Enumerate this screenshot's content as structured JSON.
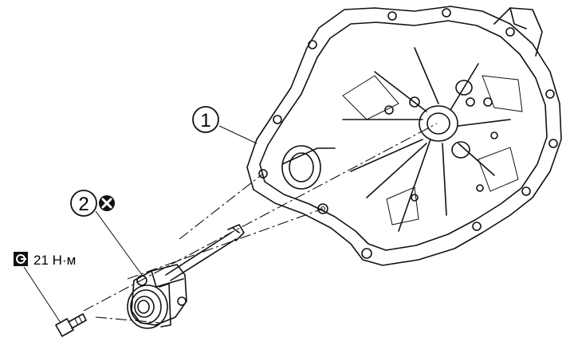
{
  "callouts": {
    "part_1": "1",
    "part_2": "2"
  },
  "torque": {
    "value": "21 Н·м",
    "icon": "torque-wrench-icon"
  },
  "symbols": {
    "replace_icon": "x-circle-icon"
  },
  "colors": {
    "line": "#111111",
    "background": "#ffffff"
  }
}
